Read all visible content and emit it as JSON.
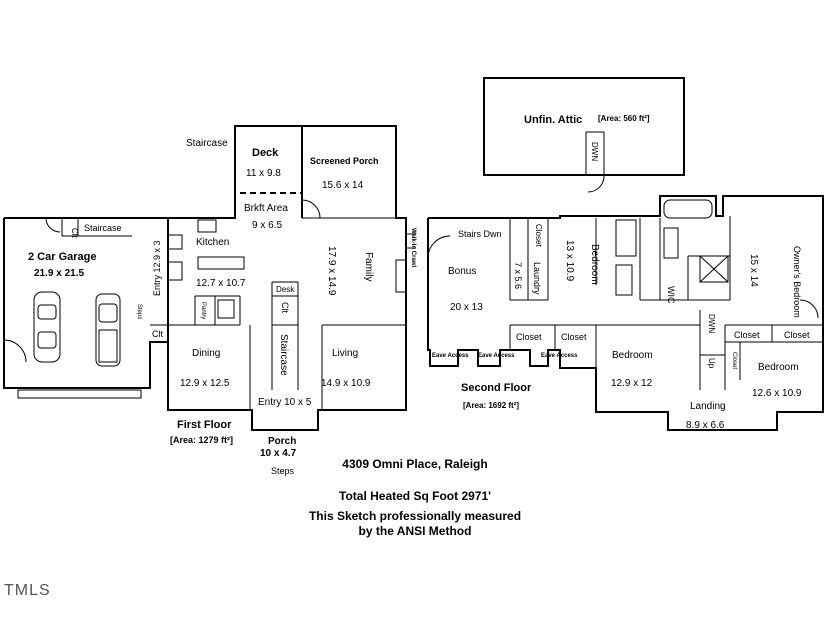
{
  "first_floor": {
    "title": "First Floor",
    "area": "[Area: 1279 ft²]",
    "rooms": {
      "garage": "2 Car Garage",
      "garage_dims": "21.9 x 21.5",
      "staircase_garage": "Staircase",
      "clt_top": "Clt",
      "steps_side": "Steps",
      "entry_side": "Entry 12.9 x 3",
      "clt_bottom": "Clt",
      "staircase_deck": "Staircase",
      "deck": "Deck",
      "deck_dims": "11 x 9.8",
      "screened_porch": "Screened Porch",
      "screened_porch_dims": "15.6 x 14",
      "brkft": "Brkft Area",
      "brkft_dims": "9 x 6.5",
      "kitchen": "Kitchen",
      "kitchen_dims": "12.7 x 10.7",
      "pantry": "Pantry",
      "desk": "Desk",
      "clt_mid": "Clt",
      "family": "Family",
      "family_dims": "17.9 x 14.9",
      "walkin_crawl": "Walk-In Crawl",
      "dining": "Dining",
      "dining_dims": "12.9 x 12.5",
      "staircase_main": "Staircase",
      "living": "Living",
      "living_dims": "14.9 x 10.9",
      "entry_main": "Entry 10 x 5",
      "porch": "Porch",
      "porch_dims": "10 x 4.7",
      "steps_front": "Steps"
    }
  },
  "attic": {
    "title": "Unfin. Attic",
    "area": "[Area: 560 ft²]",
    "dwn": "DWN"
  },
  "second_floor": {
    "title": "Second Floor",
    "area": "[Area: 1692 ft²]",
    "rooms": {
      "stairs_dwn": "Stairs Dwn",
      "closet_a": "Closet",
      "laundry": "Laundry",
      "laundry_dims": "7 x 5.6",
      "bonus": "Bonus",
      "bonus_dims": "20 x 13",
      "bedroom_a": "Bedroom",
      "bedroom_a_dims": "13 x 10.9",
      "wic": "WIC",
      "owners": "Owner's Bedroom",
      "owners_dims": "15 x 14",
      "closet_b": "Closet",
      "closet_c": "Closet",
      "closet_d": "Closet",
      "closet_e": "Closet",
      "closet_f": "Closet",
      "eave1": "Eave Access",
      "eave2": "Eave Access",
      "eave3": "Eave Access",
      "bedroom_b": "Bedroom",
      "bedroom_b_dims": "12.9 x 12",
      "dwn": "DWN",
      "up": "Up",
      "bedroom_c": "Bedroom",
      "bedroom_c_dims": "12.6 x 10.9",
      "landing": "Landing",
      "landing_dims": "8.9 x 6.6"
    }
  },
  "address": "4309 Omni Place, Raleigh",
  "total": "Total Heated Sq Foot 2971'",
  "measured_1": "This Sketch professionally measured",
  "measured_2": "by the ANSI Method",
  "watermark": "TMLS"
}
